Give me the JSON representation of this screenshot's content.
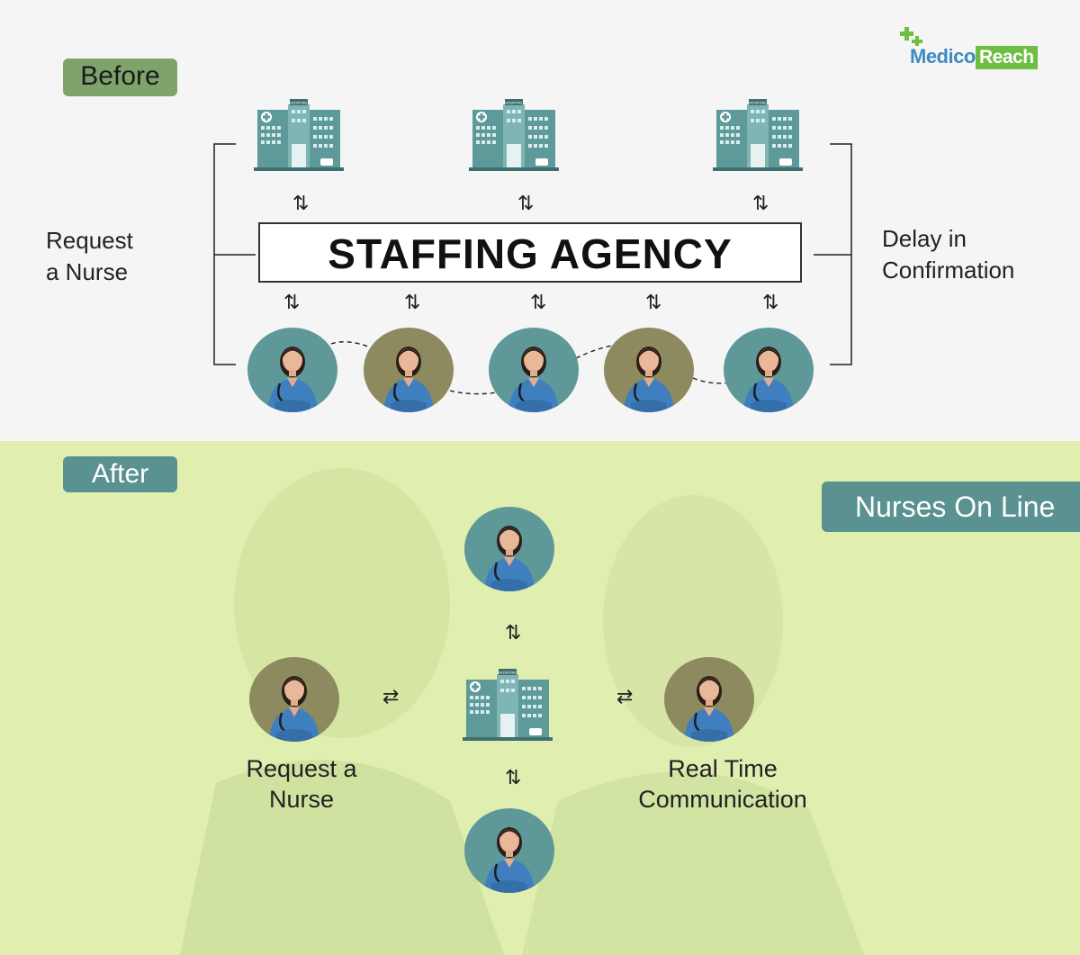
{
  "brand": {
    "part1": "Medico",
    "part2": "Reach",
    "plus_icon": "plus-cross-icon",
    "accent": "#6fbe44",
    "blue": "#3d8bc0"
  },
  "before": {
    "tag": "Before",
    "agency": "STAFFING AGENCY",
    "left_label_line1": "Request",
    "left_label_line2": "a Nurse",
    "right_label_line1": "Delay in",
    "right_label_line2": "Confirmation",
    "hospital_sign": "HOSPITAL",
    "tag_color": "#7ea36b"
  },
  "after": {
    "tag": "After",
    "online_tag": "Nurses On Line",
    "left_label_line1": "Request a",
    "left_label_line2": "Nurse",
    "right_label_line1": "Real Time",
    "right_label_line2": "Communication",
    "hospital_sign": "HOSPITAL",
    "tag_color": "#5a9191",
    "background": "#e0eeb0"
  },
  "colors": {
    "teal_circle": "#5e9898",
    "olive_circle": "#8c8a5e",
    "scrub_blue": "#3f7fc0"
  }
}
